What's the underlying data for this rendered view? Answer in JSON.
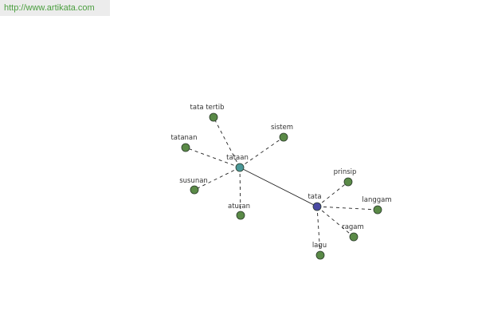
{
  "watermark": "http://www.artikata.com",
  "colors": {
    "leaf": "#5a8a47",
    "hub_tataan": "#4a9898",
    "hub_tata": "#4a4aa2",
    "edge": "#222222"
  },
  "nodes": [
    {
      "id": "tataan",
      "label": "tataan",
      "kind": "hub_tataan"
    },
    {
      "id": "tata",
      "label": "tata",
      "kind": "hub_tata"
    },
    {
      "id": "tata-tertib",
      "label": "tata tertib",
      "kind": "leaf"
    },
    {
      "id": "sistem",
      "label": "sistem",
      "kind": "leaf"
    },
    {
      "id": "tatanan",
      "label": "tatanan",
      "kind": "leaf"
    },
    {
      "id": "susunan",
      "label": "susunan",
      "kind": "leaf"
    },
    {
      "id": "aturan",
      "label": "aturan",
      "kind": "leaf"
    },
    {
      "id": "prinsip",
      "label": "prinsip",
      "kind": "leaf"
    },
    {
      "id": "langgam",
      "label": "langgam",
      "kind": "leaf"
    },
    {
      "id": "ragam",
      "label": "ragam",
      "kind": "leaf"
    },
    {
      "id": "lagu",
      "label": "lagu",
      "kind": "leaf"
    }
  ],
  "edges": [
    {
      "from": "tataan",
      "to": "tata",
      "style": "solid"
    },
    {
      "from": "tataan",
      "to": "tata-tertib",
      "style": "dashed"
    },
    {
      "from": "tataan",
      "to": "sistem",
      "style": "dashed"
    },
    {
      "from": "tataan",
      "to": "tatanan",
      "style": "dashed"
    },
    {
      "from": "tataan",
      "to": "susunan",
      "style": "dashed"
    },
    {
      "from": "tataan",
      "to": "aturan",
      "style": "dashed"
    },
    {
      "from": "tata",
      "to": "prinsip",
      "style": "dashed"
    },
    {
      "from": "tata",
      "to": "langgam",
      "style": "dashed"
    },
    {
      "from": "tata",
      "to": "ragam",
      "style": "dashed"
    },
    {
      "from": "tata",
      "to": "lagu",
      "style": "dashed"
    }
  ]
}
